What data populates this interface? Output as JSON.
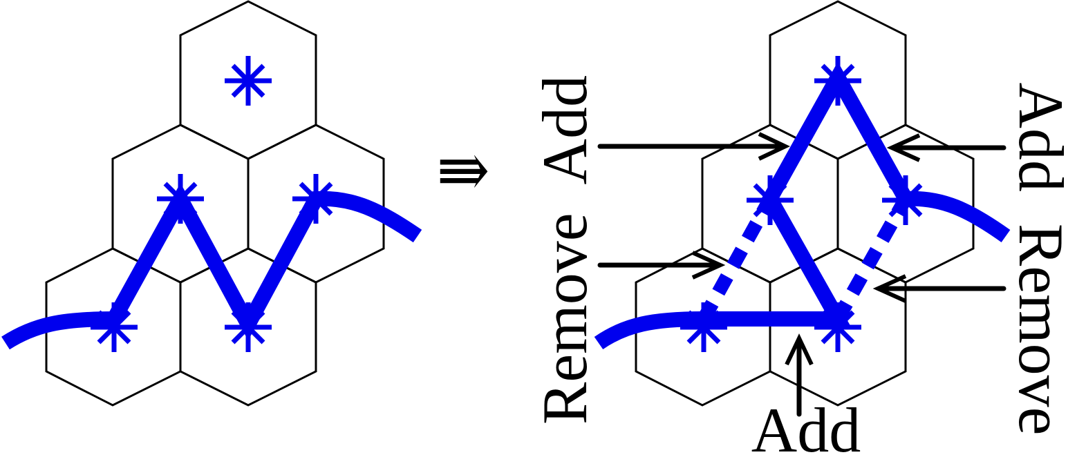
{
  "colors": {
    "path": "#0000ee",
    "lattice": "#000000",
    "arrows": "#000000"
  },
  "implies_symbol": "⇛",
  "labels": {
    "left_vertical": "Remove  Add",
    "right_vertical": "Add  Remove",
    "bottom": "Add"
  }
}
